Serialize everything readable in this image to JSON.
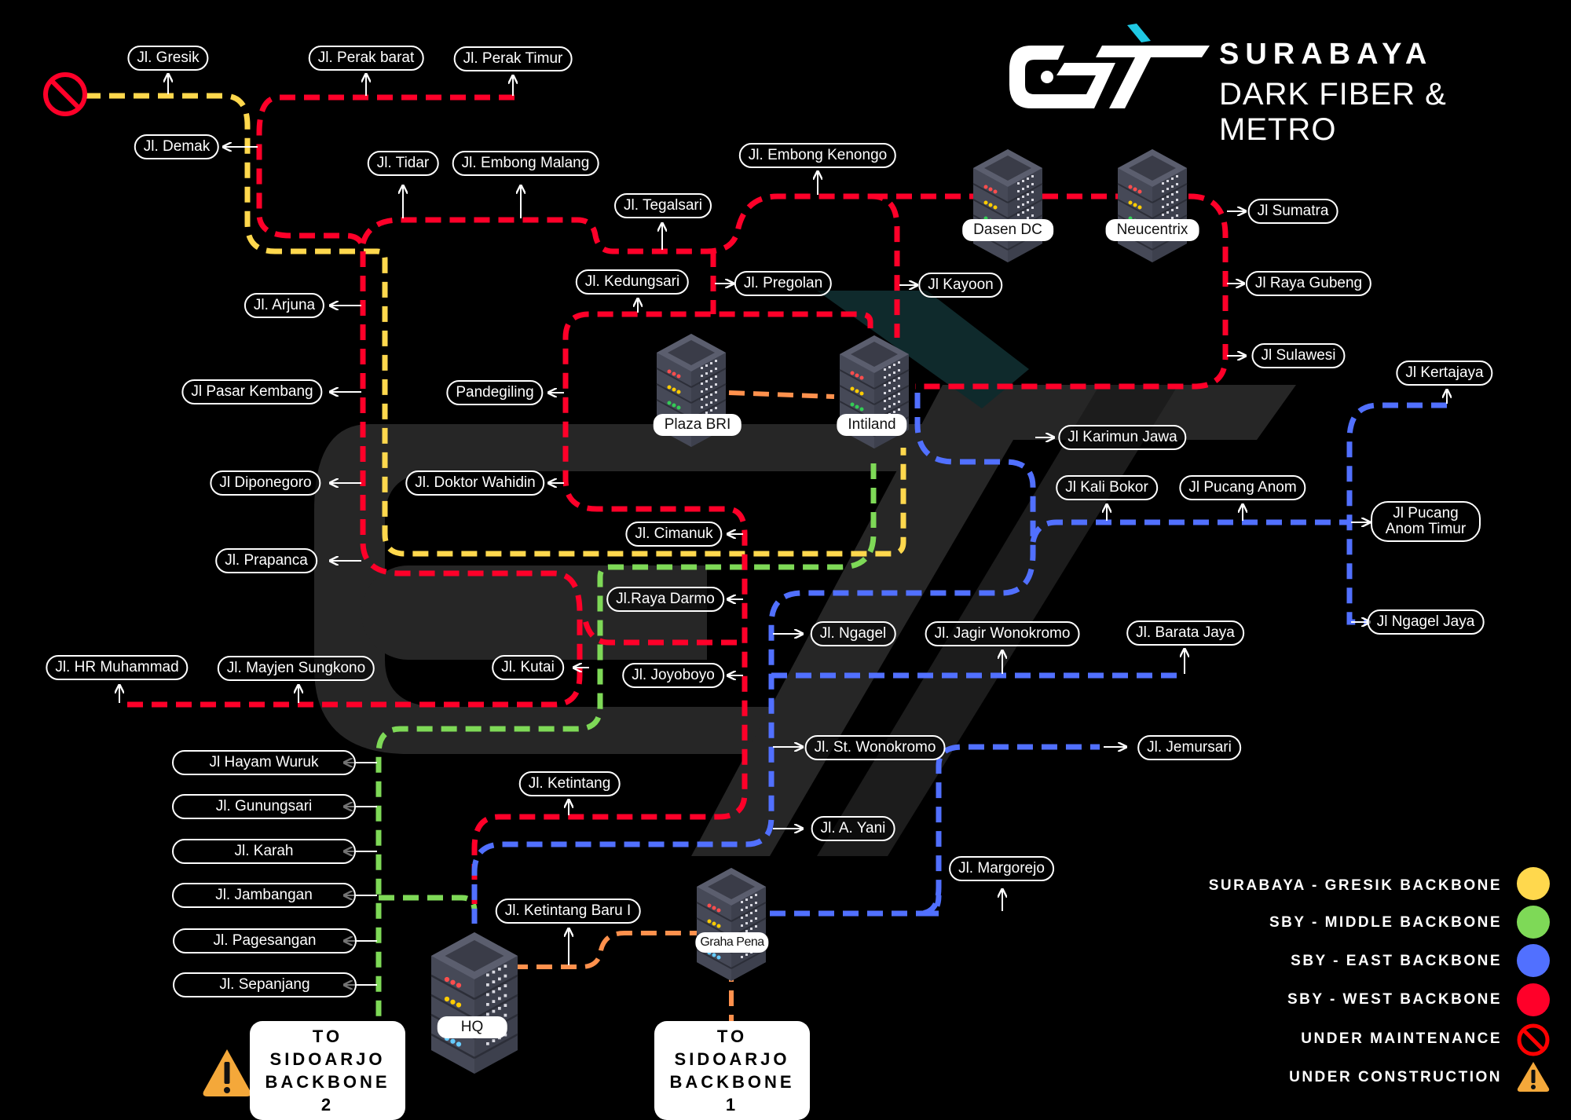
{
  "header": {
    "logo": "GT-logo",
    "title_line1": "SURABAYA",
    "title_line2": "DARK FIBER & METRO"
  },
  "colors": {
    "background": "#000000",
    "gresik_backbone": "#FFD84D",
    "middle_backbone": "#7ED957",
    "east_backbone": "#5170FF",
    "west_backbone": "#FF0029",
    "server_link": "#FF914D",
    "maintenance": "#FF0000",
    "construction": "#F4A83A",
    "logo_accent": "#1FC8E3"
  },
  "servers": {
    "dasen": "Dasen DC",
    "neucentrix": "Neucentrix",
    "plaza_bri": "Plaza BRI",
    "intiland": "Intiland",
    "hq": "HQ",
    "graha_pena": "Graha Pena"
  },
  "streets": {
    "gresik": "Jl. Gresik",
    "perak_barat": "Jl. Perak barat",
    "perak_timur": "Jl. Perak Timur",
    "demak": "Jl. Demak",
    "tidar": "Jl. Tidar",
    "embong_malang": "Jl. Embong Malang",
    "embong_kenongo": "Jl. Embong Kenongo",
    "tegalsari": "Jl. Tegalsari",
    "kedungsari": "Jl. Kedungsari",
    "pregolan": "Jl. Pregolan",
    "kayoon": "Jl Kayoon",
    "sumatra": "Jl Sumatra",
    "raya_gubeng": "Jl Raya Gubeng",
    "sulawesi": "Jl Sulawesi",
    "arjuna": "Jl. Arjuna",
    "pasar_kembang": "Jl Pasar Kembang",
    "pandegiling": "Pandegiling",
    "diponegoro": "Jl Diponegoro",
    "doktor_wahidin": "Jl. Doktor Wahidin",
    "prapanca": "Jl. Prapanca",
    "cimanuk": "Jl. Cimanuk",
    "raya_darmo": "Jl.Raya Darmo",
    "kutai": "Jl. Kutai",
    "joyoboyo": "Jl. Joyoboyo",
    "hr_muhammad": "Jl. HR Muhammad",
    "mayjen_sungkono": "Jl. Mayjen Sungkono",
    "karimun_jawa": "Jl Karimun Jawa",
    "kertajaya": "Jl Kertajaya",
    "kali_bokor": "Jl Kali Bokor",
    "pucang_anom": "Jl Pucang Anom",
    "pucang_anom_timur": "Jl Pucang Anom Timur",
    "ngagel_jaya": "Jl Ngagel Jaya",
    "ngagel": "Jl. Ngagel",
    "jagir_wonokromo": "Jl. Jagir Wonokromo",
    "barata_jaya": "Jl. Barata Jaya",
    "st_wonokromo": "Jl. St. Wonokromo",
    "jemursari": "Jl. Jemursari",
    "a_yani": "Jl. A. Yani",
    "margorejo": "Jl. Margorejo",
    "hayam_wuruk": "Jl Hayam Wuruk",
    "gunungsari": "Jl. Gunungsari",
    "karah": "Jl. Karah",
    "jambangan": "Jl. Jambangan",
    "pagesangan": "Jl. Pagesangan",
    "sepanjang": "Jl. Sepanjang",
    "ketintang": "Jl. Ketintang",
    "ketintang_baru": "Jl. Ketintang Baru I"
  },
  "destinations": {
    "sidoarjo_2_line1": "TO SIDOARJO",
    "sidoarjo_2_line2": "BACKBONE 2",
    "sidoarjo_1_line1": "TO SIDOARJO",
    "sidoarjo_1_line2": "BACKBONE 1"
  },
  "legend": {
    "items": [
      {
        "label": "SURABAYA - GRESIK BACKBONE",
        "symbol": "yellow-dot"
      },
      {
        "label": "SBY - MIDDLE BACKBONE",
        "symbol": "green-dot"
      },
      {
        "label": "SBY - EAST BACKBONE",
        "symbol": "blue-dot"
      },
      {
        "label": "SBY - WEST BACKBONE",
        "symbol": "red-dot"
      },
      {
        "label": "UNDER MAINTENANCE",
        "symbol": "no-entry-icon"
      },
      {
        "label": "UNDER CONSTRUCTION",
        "symbol": "warning-icon"
      }
    ]
  }
}
